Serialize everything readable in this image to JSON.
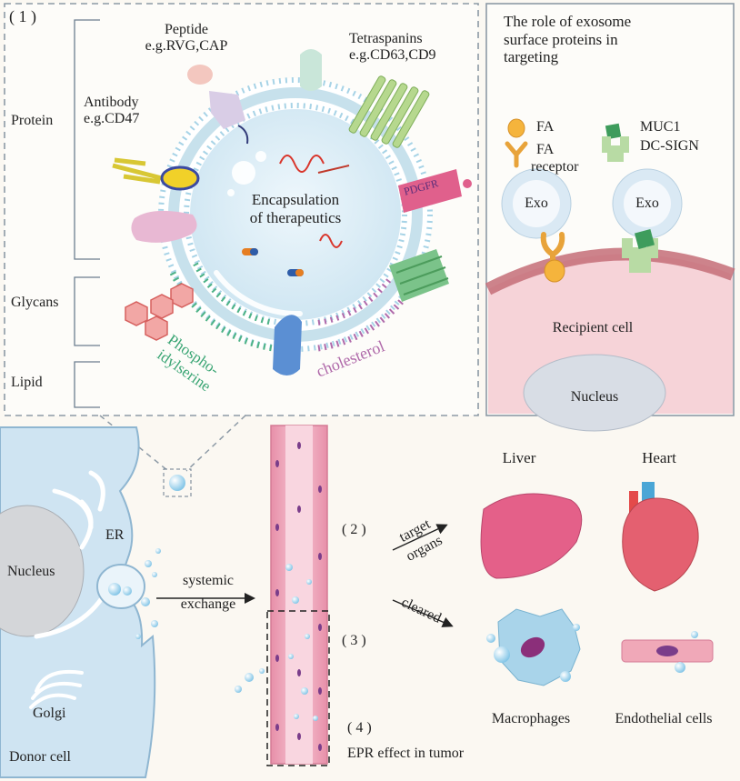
{
  "panel1": {
    "number": "( 1 )",
    "side_labels": {
      "protein": "Protein",
      "glycans": "Glycans",
      "lipid": "Lipid"
    },
    "peptide": {
      "line1": "Peptide",
      "line2": "e.g.RVG,CAP"
    },
    "tetraspanins": {
      "line1": "Tetraspanins",
      "line2": "e.g.CD63,CD9"
    },
    "antibody": {
      "line1": "Antibody",
      "line2": "e.g.CD47"
    },
    "encapsulation": {
      "line1": "Encapsulation",
      "line2": "of therapeutics"
    },
    "pdgfr": "PDGFR",
    "phospho": {
      "line1": "Phospho-",
      "line2": "idylserine"
    },
    "cholesterol": "cholesterol"
  },
  "role_panel": {
    "title_lines": [
      "The role of exosome",
      "surface proteins in",
      "targeting"
    ],
    "legend": {
      "fa": "FA",
      "fa_receptor": {
        "line1": "FA",
        "line2": "receptor"
      },
      "muc1": "MUC1",
      "dc_sign": "DC-SIGN"
    },
    "exo": "Exo",
    "recipient_cell": "Recipient cell",
    "nucleus": "Nucleus"
  },
  "bottom": {
    "donor": {
      "nucleus": "Nucleus",
      "er": "ER",
      "golgi": "Golgi",
      "label": "Donor cell"
    },
    "systemic": {
      "line1": "systemic",
      "line2": "exchange"
    },
    "step2": "( 2 )",
    "step3": "( 3 )",
    "step4": "( 4 )",
    "target": {
      "line1": "target",
      "line2": "organs"
    },
    "cleared": "cleared",
    "organs": {
      "liver": "Liver",
      "heart": "Heart",
      "macrophages": "Macrophages",
      "endothelial": "Endothelial cells"
    },
    "epr": "EPR effect in tumor"
  },
  "colors": {
    "membrane": "#9fd0e2",
    "vessel": "#f0b8c8",
    "cell": "#cfe4f2",
    "recipient": "#f8d8dc"
  }
}
